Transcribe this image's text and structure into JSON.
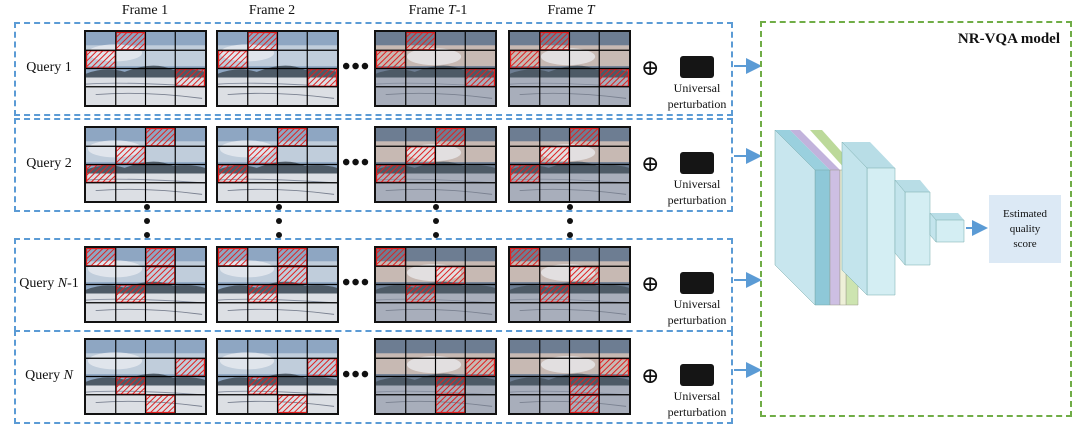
{
  "headers": {
    "frame1": "Frame 1",
    "frame2": "Frame 2",
    "frameT1_prefix": "Frame ",
    "frameT1_var": "T",
    "frameT1_suffix": "-1",
    "frameT_prefix": "Frame ",
    "frameT_var": "T"
  },
  "rows": [
    {
      "prefix": "Query ",
      "var": "",
      "suffix": "1"
    },
    {
      "prefix": "Query ",
      "var": "",
      "suffix": "2"
    },
    {
      "prefix": "Query ",
      "var": "N",
      "suffix": "-1"
    },
    {
      "prefix": "Query ",
      "var": "N",
      "suffix": ""
    }
  ],
  "perturbation_label_line1": "Universal",
  "perturbation_label_line2": "perturbation",
  "ellipsis": "•••",
  "oplus": "⊕",
  "model": {
    "title": "NR-VQA model",
    "output_line1": "Estimated",
    "output_line2": "quality",
    "output_line3": "score"
  },
  "colors": {
    "query_border": "#5b9bd5",
    "model_border": "#70ad47",
    "patch_hatch": "#e02020",
    "arrow": "#5b9bd5"
  },
  "patch_masks": [
    [
      [
        [
          0,
          1
        ],
        [
          1,
          0
        ],
        [
          2,
          3
        ]
      ],
      [
        [
          0,
          1
        ],
        [
          1,
          0
        ],
        [
          2,
          3
        ]
      ],
      [
        [
          0,
          1
        ],
        [
          1,
          0
        ],
        [
          2,
          3
        ]
      ],
      [
        [
          0,
          1
        ],
        [
          1,
          0
        ],
        [
          2,
          3
        ]
      ]
    ],
    [
      [
        [
          0,
          2
        ],
        [
          1,
          1
        ],
        [
          2,
          0
        ]
      ],
      [
        [
          0,
          2
        ],
        [
          1,
          1
        ],
        [
          2,
          0
        ]
      ],
      [
        [
          0,
          2
        ],
        [
          1,
          1
        ],
        [
          2,
          0
        ]
      ],
      [
        [
          0,
          2
        ],
        [
          1,
          1
        ],
        [
          2,
          0
        ]
      ]
    ],
    [
      [
        [
          0,
          0
        ],
        [
          0,
          2
        ],
        [
          1,
          2
        ],
        [
          2,
          1
        ]
      ],
      [
        [
          0,
          0
        ],
        [
          0,
          2
        ],
        [
          1,
          2
        ],
        [
          2,
          1
        ]
      ],
      [
        [
          0,
          0
        ],
        [
          1,
          2
        ],
        [
          2,
          1
        ]
      ],
      [
        [
          0,
          0
        ],
        [
          1,
          2
        ],
        [
          2,
          1
        ]
      ]
    ],
    [
      [
        [
          1,
          3
        ],
        [
          2,
          1
        ],
        [
          3,
          2
        ]
      ],
      [
        [
          1,
          3
        ],
        [
          2,
          1
        ],
        [
          3,
          2
        ]
      ],
      [
        [
          1,
          3
        ],
        [
          2,
          2
        ],
        [
          3,
          2
        ]
      ],
      [
        [
          1,
          3
        ],
        [
          2,
          2
        ],
        [
          3,
          2
        ]
      ]
    ]
  ]
}
